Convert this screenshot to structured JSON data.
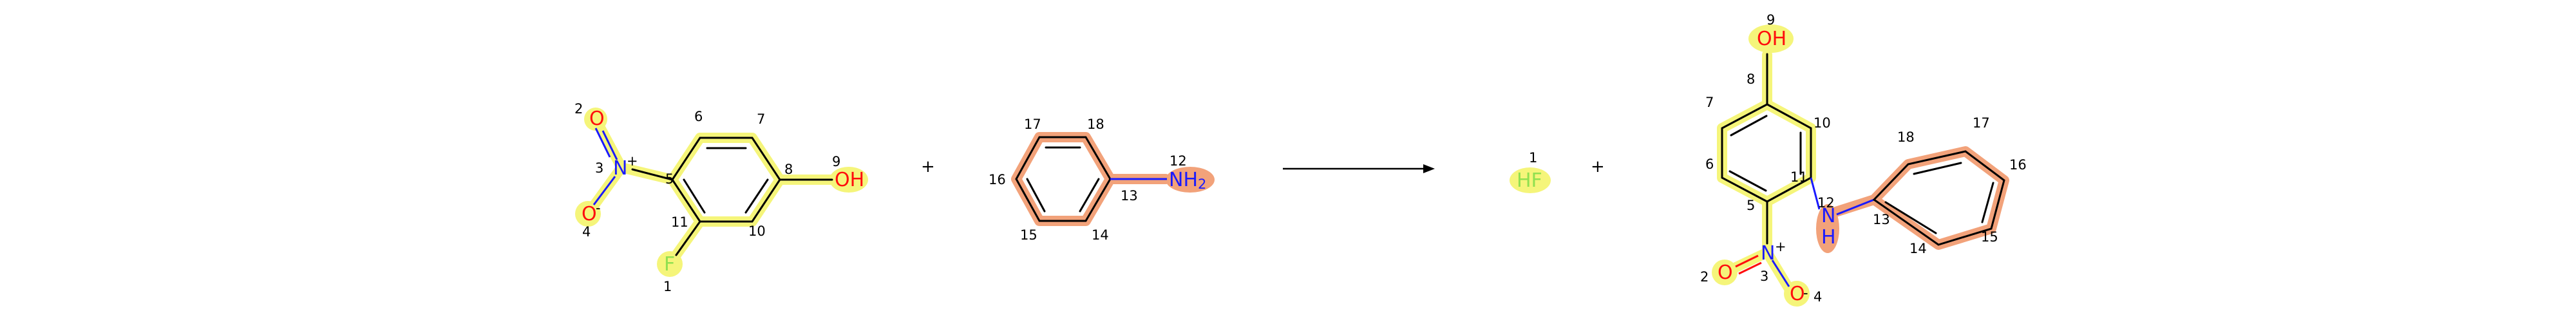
{
  "colors": {
    "carbon": "#000000",
    "nitrogen": "#1a1aff",
    "oxygen": "#ff0d0d",
    "fluorine": "#90e050",
    "highlight_yellow": "#f5f57a",
    "highlight_orange": "#f2a27a"
  },
  "operators": {
    "plus1": "+",
    "plus2": "+"
  },
  "reactant1": {
    "atoms": {
      "o2": "O",
      "n3": "N",
      "n3_charge": "+",
      "o4": "O",
      "o4_charge": "-",
      "f1": "F",
      "oh9": "OH"
    },
    "map_numbers": {
      "m1": "1",
      "m2": "2",
      "m3": "3",
      "m4": "4",
      "m5": "5",
      "m6": "6",
      "m7": "7",
      "m8": "8",
      "m9": "9",
      "m10": "10",
      "m11": "11"
    }
  },
  "reactant2": {
    "atoms": {
      "nh2": "NH",
      "nh2_sub": "2"
    },
    "map_numbers": {
      "m12": "12",
      "m13": "13",
      "m14": "14",
      "m15": "15",
      "m16": "16",
      "m17": "17",
      "m18": "18"
    }
  },
  "byproduct": {
    "atoms": {
      "hf": "HF"
    },
    "map_numbers": {
      "m1": "1"
    }
  },
  "product": {
    "atoms": {
      "oh9": "OH",
      "n_amine": "N",
      "h_amine": "H",
      "n_nitro": "N",
      "n_nitro_charge": "+",
      "o2": "O",
      "o4": "O",
      "o4_charge": "-"
    },
    "map_numbers": {
      "m2": "2",
      "m3": "3",
      "m4": "4",
      "m5": "5",
      "m6": "6",
      "m7": "7",
      "m8": "8",
      "m9": "9",
      "m10": "10",
      "m11": "11",
      "m12": "12",
      "m13": "13",
      "m14": "14",
      "m15": "15",
      "m16": "16",
      "m17": "17",
      "m18": "18"
    }
  }
}
